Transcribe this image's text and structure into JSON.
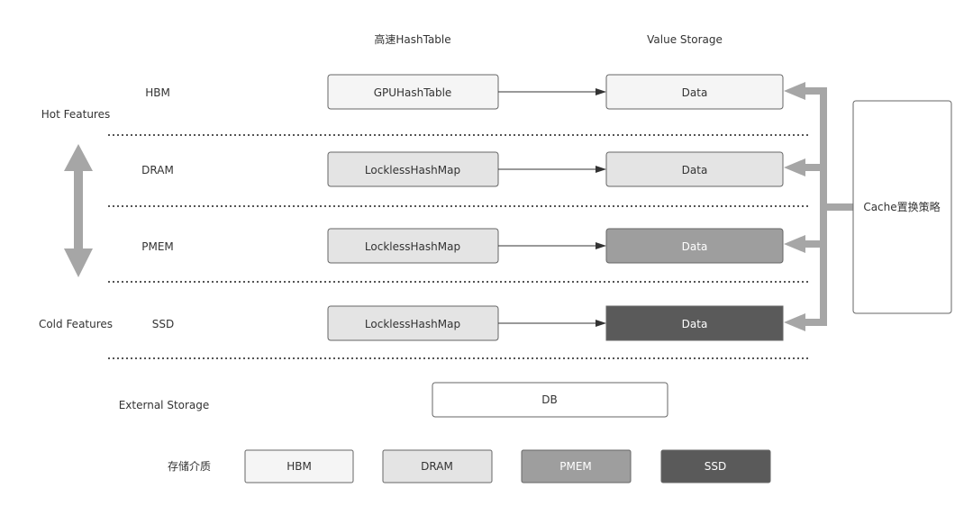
{
  "columns": {
    "hash_table": "高速HashTable",
    "value_storage": "Value Storage"
  },
  "sides": {
    "hot": "Hot Features",
    "cold": "Cold Features"
  },
  "tiers": [
    {
      "label": "HBM",
      "hash": "GPUHashTable",
      "data": "Data"
    },
    {
      "label": "DRAM",
      "hash": "LocklessHashMap",
      "data": "Data"
    },
    {
      "label": "PMEM",
      "hash": "LocklessHashMap",
      "data": "Data"
    },
    {
      "label": "SSD",
      "hash": "LocklessHashMap",
      "data": "Data"
    }
  ],
  "external": {
    "label": "External Storage",
    "db": "DB"
  },
  "policy": "Cache置换策略",
  "legend": {
    "title": "存储介质",
    "items": [
      "HBM",
      "DRAM",
      "PMEM",
      "SSD"
    ]
  },
  "colors": {
    "hbm": "#f5f5f5",
    "dram": "#e4e4e4",
    "pmem": "#9e9e9e",
    "ssd": "#5a5a5a",
    "arrow_gray": "#a6a6a6"
  }
}
